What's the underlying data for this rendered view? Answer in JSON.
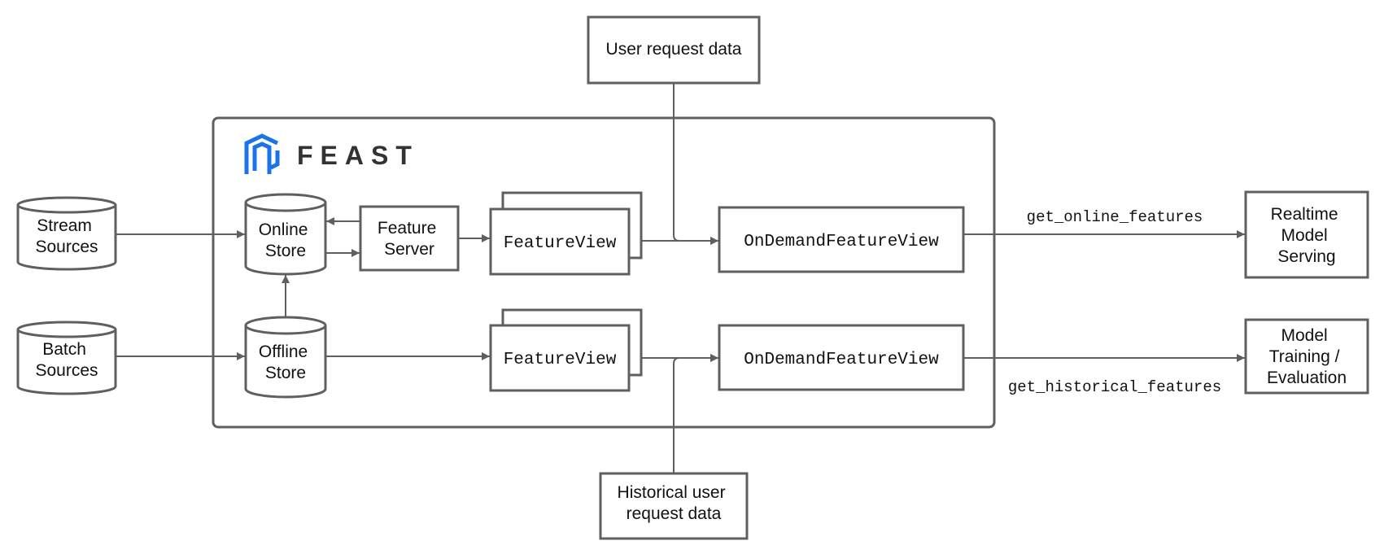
{
  "colors": {
    "stroke": "#5f5f5f",
    "text": "#111111",
    "logo_blue": "#1a73e8",
    "brand_text": "#333333",
    "background": "#ffffff"
  },
  "logo": {
    "icon": "feast-logo-icon",
    "text": "FEAST"
  },
  "sources": {
    "stream": [
      "Stream",
      "Sources"
    ],
    "batch": [
      "Batch",
      "Sources"
    ]
  },
  "stores": {
    "online": [
      "Online",
      "Store"
    ],
    "offline": [
      "Offline",
      "Store"
    ]
  },
  "feature_server": [
    "Feature",
    "Server"
  ],
  "feature_views": {
    "top": "FeatureView",
    "bottom": "FeatureView"
  },
  "on_demand_views": {
    "top": "OnDemandFeatureView",
    "bottom": "OnDemandFeatureView"
  },
  "request_data": {
    "user": "User request data",
    "historical": [
      "Historical user",
      "request data"
    ]
  },
  "outputs": {
    "realtime": [
      "Realtime",
      "Model",
      "Serving"
    ],
    "training": [
      "Model",
      "Training /",
      "Evaluation"
    ]
  },
  "edge_labels": {
    "online": "get_online_features",
    "historical": "get_historical_features"
  }
}
